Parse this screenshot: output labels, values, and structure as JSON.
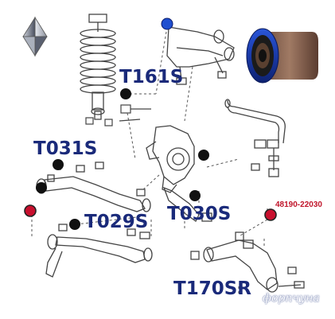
{
  "labels": {
    "t161s": "T161S",
    "t031s": "T031S",
    "t029s": "T029S",
    "t030s": "T030S",
    "t170sr": "T170SR",
    "oem": "48190-22030"
  },
  "watermark": "форпчуна",
  "colors": {
    "label_text": "#1a2a7a",
    "oem_text": "#c0142a",
    "bushing_blue": "#1f4fd0",
    "bushing_red": "#c8102e",
    "marker_black": "#111111",
    "line_art": "#444444"
  }
}
